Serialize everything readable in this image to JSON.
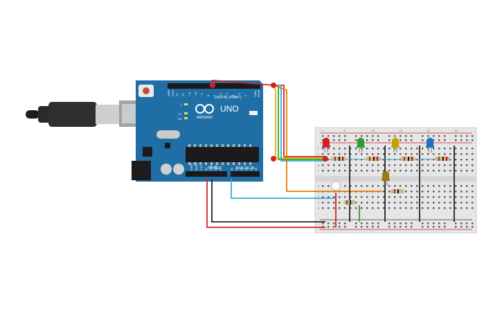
{
  "arduino": {
    "model": "UNO",
    "brand": "ARDUINO",
    "digital_header": "DIGITAL (PWM~)",
    "power_header": "POWER",
    "analog_header": "ANALOG IN",
    "aref": "AREF",
    "gnd": "GND",
    "on_label": "ON",
    "l_label": "L",
    "tx_label": "TX",
    "rx_label": "RX",
    "tx_pin": "TX▸1",
    "rx_pin": "RX◂0",
    "digital_pins": [
      "13",
      "12",
      "~11",
      "~10",
      "~9",
      "8",
      "7",
      "~6",
      "~5",
      "4",
      "~3",
      "2"
    ],
    "power_pins": [
      "IOREF",
      "RESET",
      "3.3V",
      "5V",
      "GND",
      "GND",
      "Vin"
    ],
    "analog_pins": [
      "A0",
      "A1",
      "A2",
      "A3",
      "A4",
      "A5"
    ]
  },
  "breadboard": {
    "columns_top": [
      "1",
      "5",
      "10",
      "15",
      "20",
      "25"
    ],
    "rows_top": [
      "j",
      "i",
      "h",
      "g",
      "f"
    ],
    "rows_bottom": [
      "e",
      "d",
      "c",
      "b",
      "a"
    ]
  },
  "leds": [
    {
      "name": "red",
      "color": "#d0202a"
    },
    {
      "name": "green",
      "color": "#2ca02c"
    },
    {
      "name": "yellow",
      "color": "#c8a000"
    },
    {
      "name": "blue",
      "color": "#1f6fc4"
    },
    {
      "name": "amber",
      "color": "#9a7a10"
    }
  ],
  "wire_colors": {
    "red": "#d42020",
    "orange": "#e07b00",
    "green": "#2e9e2e",
    "blue": "#3aa7d8",
    "black": "#222222",
    "yellow": "#d8b800"
  }
}
